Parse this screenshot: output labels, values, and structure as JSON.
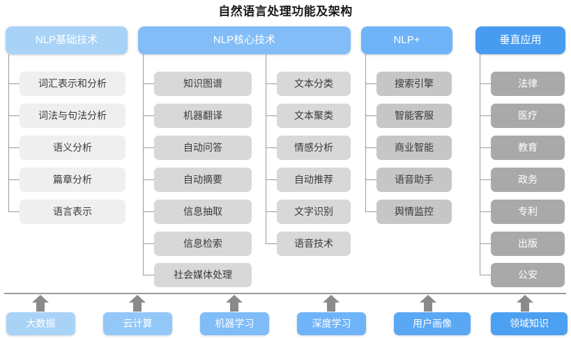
{
  "title": "自然语言处理功能及架构",
  "colors": {
    "header_basic": "#a8d3f7",
    "header_core": "#82bdf7",
    "header_plus": "#6fb4f8",
    "header_vertical": "#479cf0",
    "leaf_light": "#efefef",
    "leaf_mid": "#d8d8d8",
    "leaf_dark_mid": "#c6c6c6",
    "leaf_dark": "#a9a9a9",
    "line": "#9a9a9a",
    "arrow": "#8a8a8a",
    "title_text": "#1a1a1a"
  },
  "columns": [
    {
      "id": "nlp-basic",
      "header": "NLP基础技术",
      "items": [
        "词汇表示和分析",
        "词法与句法分析",
        "语义分析",
        "篇章分析",
        "语言表示"
      ]
    },
    {
      "id": "nlp-core-left",
      "header": "NLP核心技术",
      "items": [
        "知识图谱",
        "机器翻译",
        "自动问答",
        "自动摘要",
        "信息抽取",
        "信息检索",
        "社会媒体处理"
      ]
    },
    {
      "id": "nlp-core-right",
      "header": "",
      "items": [
        "文本分类",
        "文本聚类",
        "情感分析",
        "自动推荐",
        "文字识别",
        "语音技术"
      ]
    },
    {
      "id": "nlp-plus",
      "header": "NLP+",
      "items": [
        "搜索引擎",
        "智能客服",
        "商业智能",
        "语音助手",
        "舆情监控"
      ]
    },
    {
      "id": "vertical-app",
      "header": "垂直应用",
      "items": [
        "法律",
        "医疗",
        "教育",
        "政务",
        "专利",
        "出版",
        "公安"
      ]
    }
  ],
  "foundation": [
    "大数据",
    "云计算",
    "机器学习",
    "深度学习",
    "用户画像",
    "领域知识"
  ]
}
